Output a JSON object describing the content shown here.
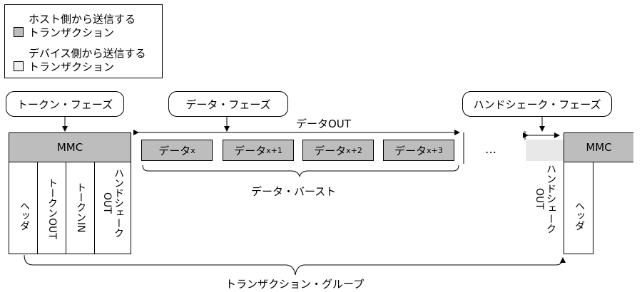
{
  "legend": {
    "host_label": "ホスト側から送信する\nトランザクション",
    "device_label": "デバイス側から送信する\nトランザクション"
  },
  "phases": {
    "token": "トークン・フェーズ",
    "data": "データ・フェーズ",
    "handshake": "ハンドシェーク・フェーズ"
  },
  "left_block": {
    "header": "MMC",
    "columns": [
      "ヘッダ",
      "トークンOUT",
      "トークンIN",
      "ハンドシェーク\nOUT"
    ]
  },
  "data_out_label": "データOUT",
  "data_packets": [
    {
      "base": "データ",
      "sub": "x"
    },
    {
      "base": "データ",
      "sub": "x+1"
    },
    {
      "base": "データ",
      "sub": "x+2"
    },
    {
      "base": "データ",
      "sub": "x+3"
    }
  ],
  "ellipsis": "…",
  "data_burst_label": "データ・バースト",
  "handshake_out_label": "ハンドシェーク\nOUT",
  "right_block": {
    "header": "MMC",
    "column": "ヘッダ"
  },
  "transaction_group_label": "トランザクション・グループ",
  "colors": {
    "host_fill": "#bdbdbd",
    "device_fill": "#e8e8e8"
  }
}
